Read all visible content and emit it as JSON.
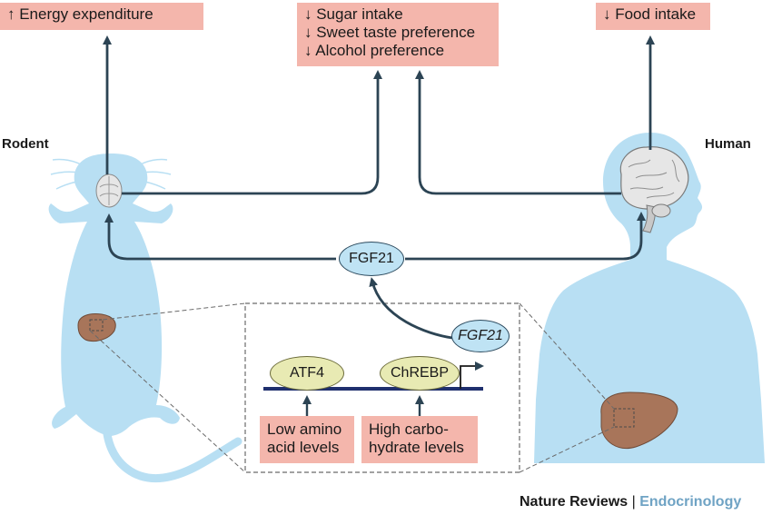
{
  "top_boxes": {
    "energy": "↑ Energy expenditure",
    "sugar_lines": [
      "↓ Sugar intake",
      "↓ Sweet taste preference",
      "↓ Alcohol preference"
    ],
    "food": "↓ Food intake"
  },
  "labels": {
    "rodent": "Rodent",
    "human": "Human"
  },
  "hormone": {
    "circulating": "FGF21",
    "gene": "FGF21"
  },
  "transcription_factors": [
    "ATF4",
    "ChREBP"
  ],
  "triggers": [
    [
      "Low amino",
      "acid levels"
    ],
    [
      "High carbo-",
      "hydrate levels"
    ]
  ],
  "credit": {
    "journal": "Nature Reviews",
    "separator": "|",
    "field": "Endocrinology"
  },
  "colors": {
    "body_fill": "#b8dff3",
    "arrow": "#2c4454",
    "box_fill": "#f4b6ac",
    "liver": "#a8755a",
    "brain": "#e6e6e6"
  }
}
